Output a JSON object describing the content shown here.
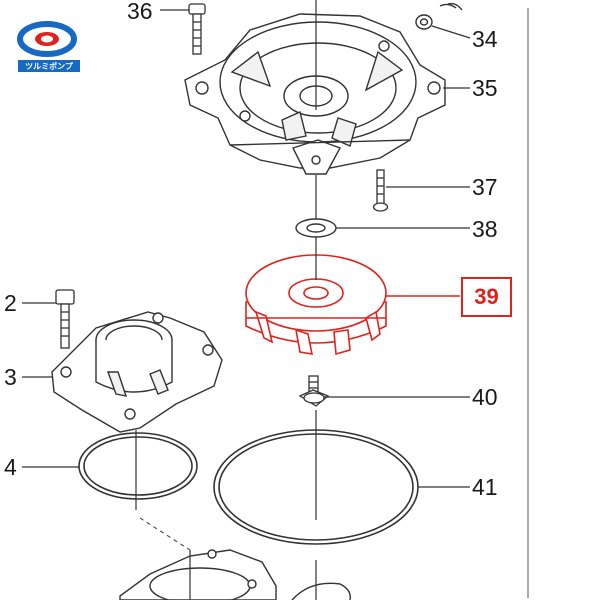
{
  "logo": {
    "text": "ツルミポンプ",
    "brand_color": "#1769c2",
    "accent_color": "#e0221c"
  },
  "parts": {
    "p36": "36",
    "p34": "34",
    "p35": "35",
    "p37": "37",
    "p38": "38",
    "p39": "39",
    "p2": "2",
    "p3": "3",
    "p40": "40",
    "p4": "4",
    "p41": "41"
  },
  "highlight": {
    "part": "39",
    "color": "#e0221c"
  }
}
